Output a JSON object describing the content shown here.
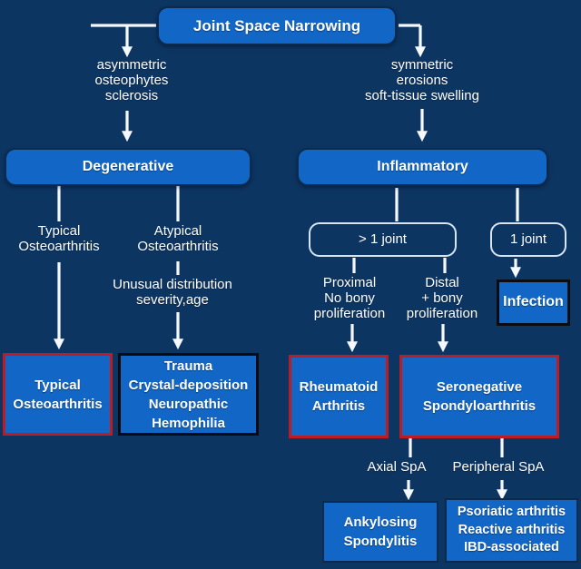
{
  "colors": {
    "background": "#0d3562",
    "box_fill": "#1266c5",
    "box_border_dark": "#0a2a50",
    "result_border_red": "#bd1c22",
    "result_border_black": "#0a0c12",
    "outline_border": "#d9e4f3",
    "connector": "#f5f8fd",
    "text": "#ffffff"
  },
  "root": {
    "label": "Joint Space Narrowing"
  },
  "left_branch": {
    "criteria": [
      "asymmetric",
      "osteophytes",
      "sclerosis"
    ],
    "category_label": "Degenerative",
    "typical_label": [
      "Typical",
      "Osteoarthritis"
    ],
    "atypical_label": [
      "Atypical",
      "Osteoarthritis"
    ],
    "atypical_note": [
      "Unusual distribution",
      "severity,age"
    ],
    "outcome_typical": [
      "Typical",
      "Osteoarthritis"
    ],
    "outcome_other": [
      "Trauma",
      "Crystal-deposition",
      "Neuropathic",
      "Hemophilia"
    ]
  },
  "right_branch": {
    "criteria": [
      "symmetric",
      "erosions",
      "soft-tissue swelling"
    ],
    "category_label": "Inflammatory",
    "multi_joint_label": "> 1 joint",
    "single_joint_label": "1 joint",
    "proximal_note": [
      "Proximal",
      "No bony",
      "proliferation"
    ],
    "distal_note": [
      "Distal",
      "+ bony",
      "proliferation"
    ],
    "infection_label": "Infection",
    "outcome_rheumatoid": [
      "Rheumatoid",
      "Arthritis"
    ],
    "outcome_seronegative": [
      "Seronegative",
      "Spondyloarthritis"
    ],
    "axial_label": "Axial SpA",
    "peripheral_label": "Peripheral SpA",
    "outcome_ankylosing": [
      "Ankylosing",
      "Spondylitis"
    ],
    "outcome_peripheral": [
      "Psoriatic arthritis",
      "Reactive arthritis",
      "IBD-associated"
    ]
  }
}
